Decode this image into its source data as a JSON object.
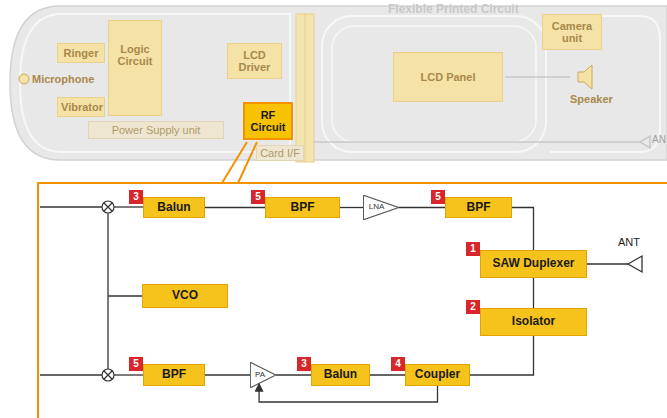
{
  "diagram": {
    "nodes": [
      {
        "text": [
          "Ringer"
        ]
      },
      {
        "text": [
          "Logic Circuit"
        ]
      },
      {
        "text": [
          "LCD Driver"
        ]
      },
      {
        "text": [
          "Camera unit"
        ]
      },
      {
        "text": [
          "LCD Panel"
        ]
      },
      {
        "text": [
          "Vibrator"
        ]
      },
      {
        "text": [
          "RF Circuit"
        ]
      },
      {
        "text": [
          "Power Supply unit"
        ]
      },
      {
        "text": [
          "Card I/F"
        ]
      },
      {
        "text": [
          "Balun"
        ]
      },
      {
        "text": [
          "BPF"
        ]
      },
      {
        "text": [
          "LNA"
        ]
      },
      {
        "text": [
          "BPF"
        ]
      },
      {
        "text": [
          "SAW Duplexer"
        ]
      },
      {
        "text": [
          "VCO"
        ]
      },
      {
        "text": [
          "Isolator"
        ]
      },
      {
        "text": [
          "BPF"
        ]
      },
      {
        "text": [
          "PA"
        ]
      },
      {
        "text": [
          "Balun"
        ]
      },
      {
        "text": [
          "Coupler"
        ]
      }
    ],
    "edges": [
      {
        "from": 9,
        "to": 10,
        "arrow": "none"
      },
      {
        "from": 10,
        "to": 11,
        "arrow": "none"
      },
      {
        "from": 11,
        "to": 12,
        "arrow": "none"
      },
      {
        "from": 12,
        "to": 13,
        "arrow": "none"
      },
      {
        "from": 13,
        "to": 15,
        "arrow": "none"
      },
      {
        "from": 15,
        "to": 19,
        "arrow": "none"
      },
      {
        "from": 19,
        "to": 18,
        "arrow": "none"
      },
      {
        "from": 18,
        "to": 17,
        "arrow": "none"
      },
      {
        "from": 17,
        "to": 16,
        "arrow": "none"
      },
      {
        "from": 19,
        "to": 17,
        "arrow": "to"
      }
    ],
    "labels": [
      "Flexible Printed Circuit",
      "Microphone",
      "Speaker",
      "AN",
      "3",
      "5",
      "5",
      "1",
      "2",
      "5",
      "3",
      "4",
      "ANT"
    ]
  }
}
